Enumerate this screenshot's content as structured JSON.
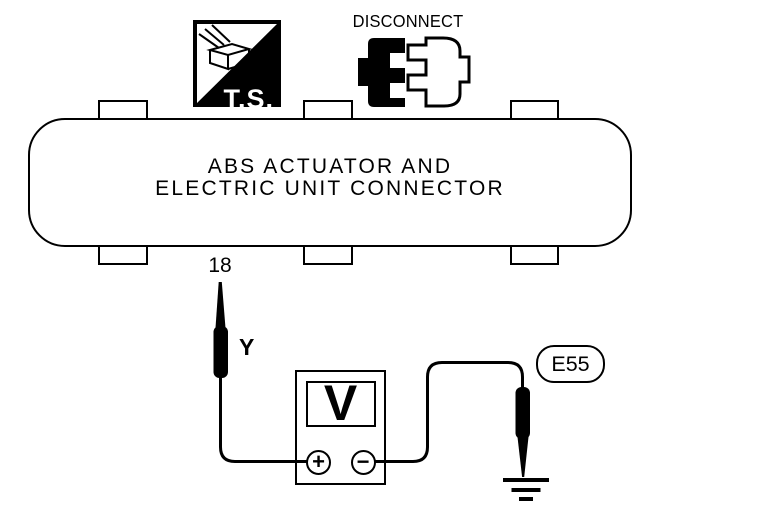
{
  "icons": {
    "tester": {
      "label": "T.S."
    },
    "disconnect": {
      "label": "DISCONNECT"
    }
  },
  "connector_block": {
    "title_line1": "ABS ACTUATOR AND",
    "title_line2": "ELECTRIC UNIT CONNECTOR",
    "terminal_number": "18",
    "wire_color": "Y"
  },
  "voltmeter": {
    "display": "V",
    "positive": "+",
    "negative": "−"
  },
  "ground_connector": {
    "code": "E55"
  },
  "colors": {
    "ink": "#000000",
    "paper": "#ffffff"
  }
}
